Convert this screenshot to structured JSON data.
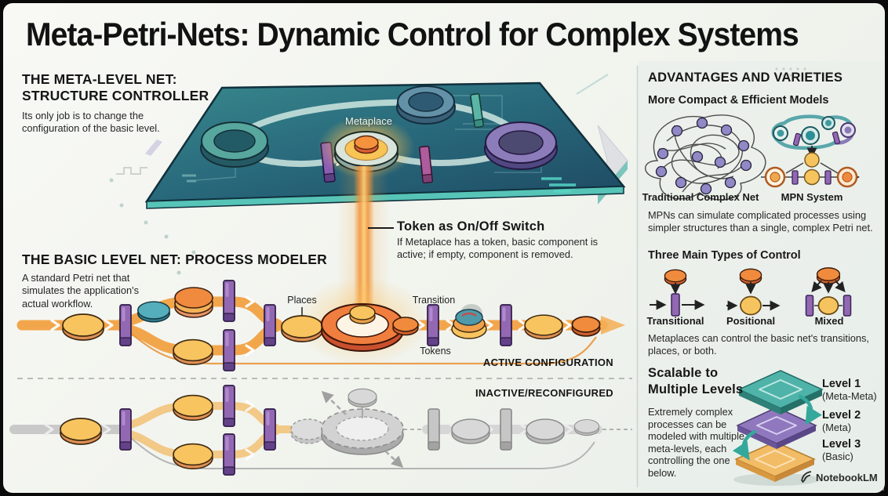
{
  "title": "Meta-Petri-Nets: Dynamic Control for Complex Systems",
  "meta_level": {
    "heading_line1": "THE META-LEVEL NET:",
    "heading_line2": "STRUCTURE CONTROLLER",
    "description": "Its only job is to change the configuration of the basic level.",
    "metaplace_label": "Metaplace"
  },
  "token_switch": {
    "heading": "Token as On/Off Switch",
    "description": "If Metaplace has a token, basic component is active; if empty, component is removed."
  },
  "basic_level": {
    "heading": "THE BASIC LEVEL NET: PROCESS MODELER",
    "description": "A standard Petri net that simulates the application's actual workflow.",
    "places_label": "Places",
    "transition_label": "Transition",
    "tokens_label": "Tokens",
    "active_label": "ACTIVE CONFIGURATION",
    "inactive_label": "INACTIVE/RECONFIGURED"
  },
  "right_panel": {
    "heading": "ADVANTAGES AND VARIETIES",
    "compact_models": {
      "heading": "More Compact & Efficient Models",
      "traditional_label": "Traditional Complex Net",
      "mpn_label": "MPN System",
      "description": "MPNs can simulate complicated processes using simpler structures than a single, complex Petri net."
    },
    "control_types": {
      "heading": "Three Main Types of Control",
      "types": [
        {
          "label": "Transitional"
        },
        {
          "label": "Positional"
        },
        {
          "label": "Mixed"
        }
      ],
      "description": "Metaplaces can control the basic net's transitions, places, or both."
    },
    "scalable": {
      "heading_line1": "Scalable to",
      "heading_line2": "Multiple Levels",
      "description": "Extremely complex processes can be modeled with multiple meta-levels, each controlling the one below.",
      "levels": [
        {
          "name": "Level 1",
          "qualifier": "(Meta-Meta)"
        },
        {
          "name": "Level 2",
          "qualifier": "(Meta)"
        },
        {
          "name": "Level 3",
          "qualifier": "(Basic)"
        }
      ]
    }
  },
  "watermark": "NotebookLM",
  "colors": {
    "background": "#f2f4ef",
    "board_teal_dark": "#1f4f66",
    "board_teal_light": "#35868c",
    "board_edge": "#57c4b8",
    "orange_flow": "#f2a64b",
    "orange_token": "#f08b3e",
    "yellow_token": "#f7c45f",
    "purple_bar": "#9368b2",
    "magenta_bar": "#ad5c9d",
    "teal_accent": "#35a89c",
    "purple_node": "#9188c6",
    "inactive_gray": "#c9c9c9",
    "layer_teal": "#4fb3a9",
    "layer_purple": "#8f78bd",
    "layer_orange": "#f2bc66"
  }
}
